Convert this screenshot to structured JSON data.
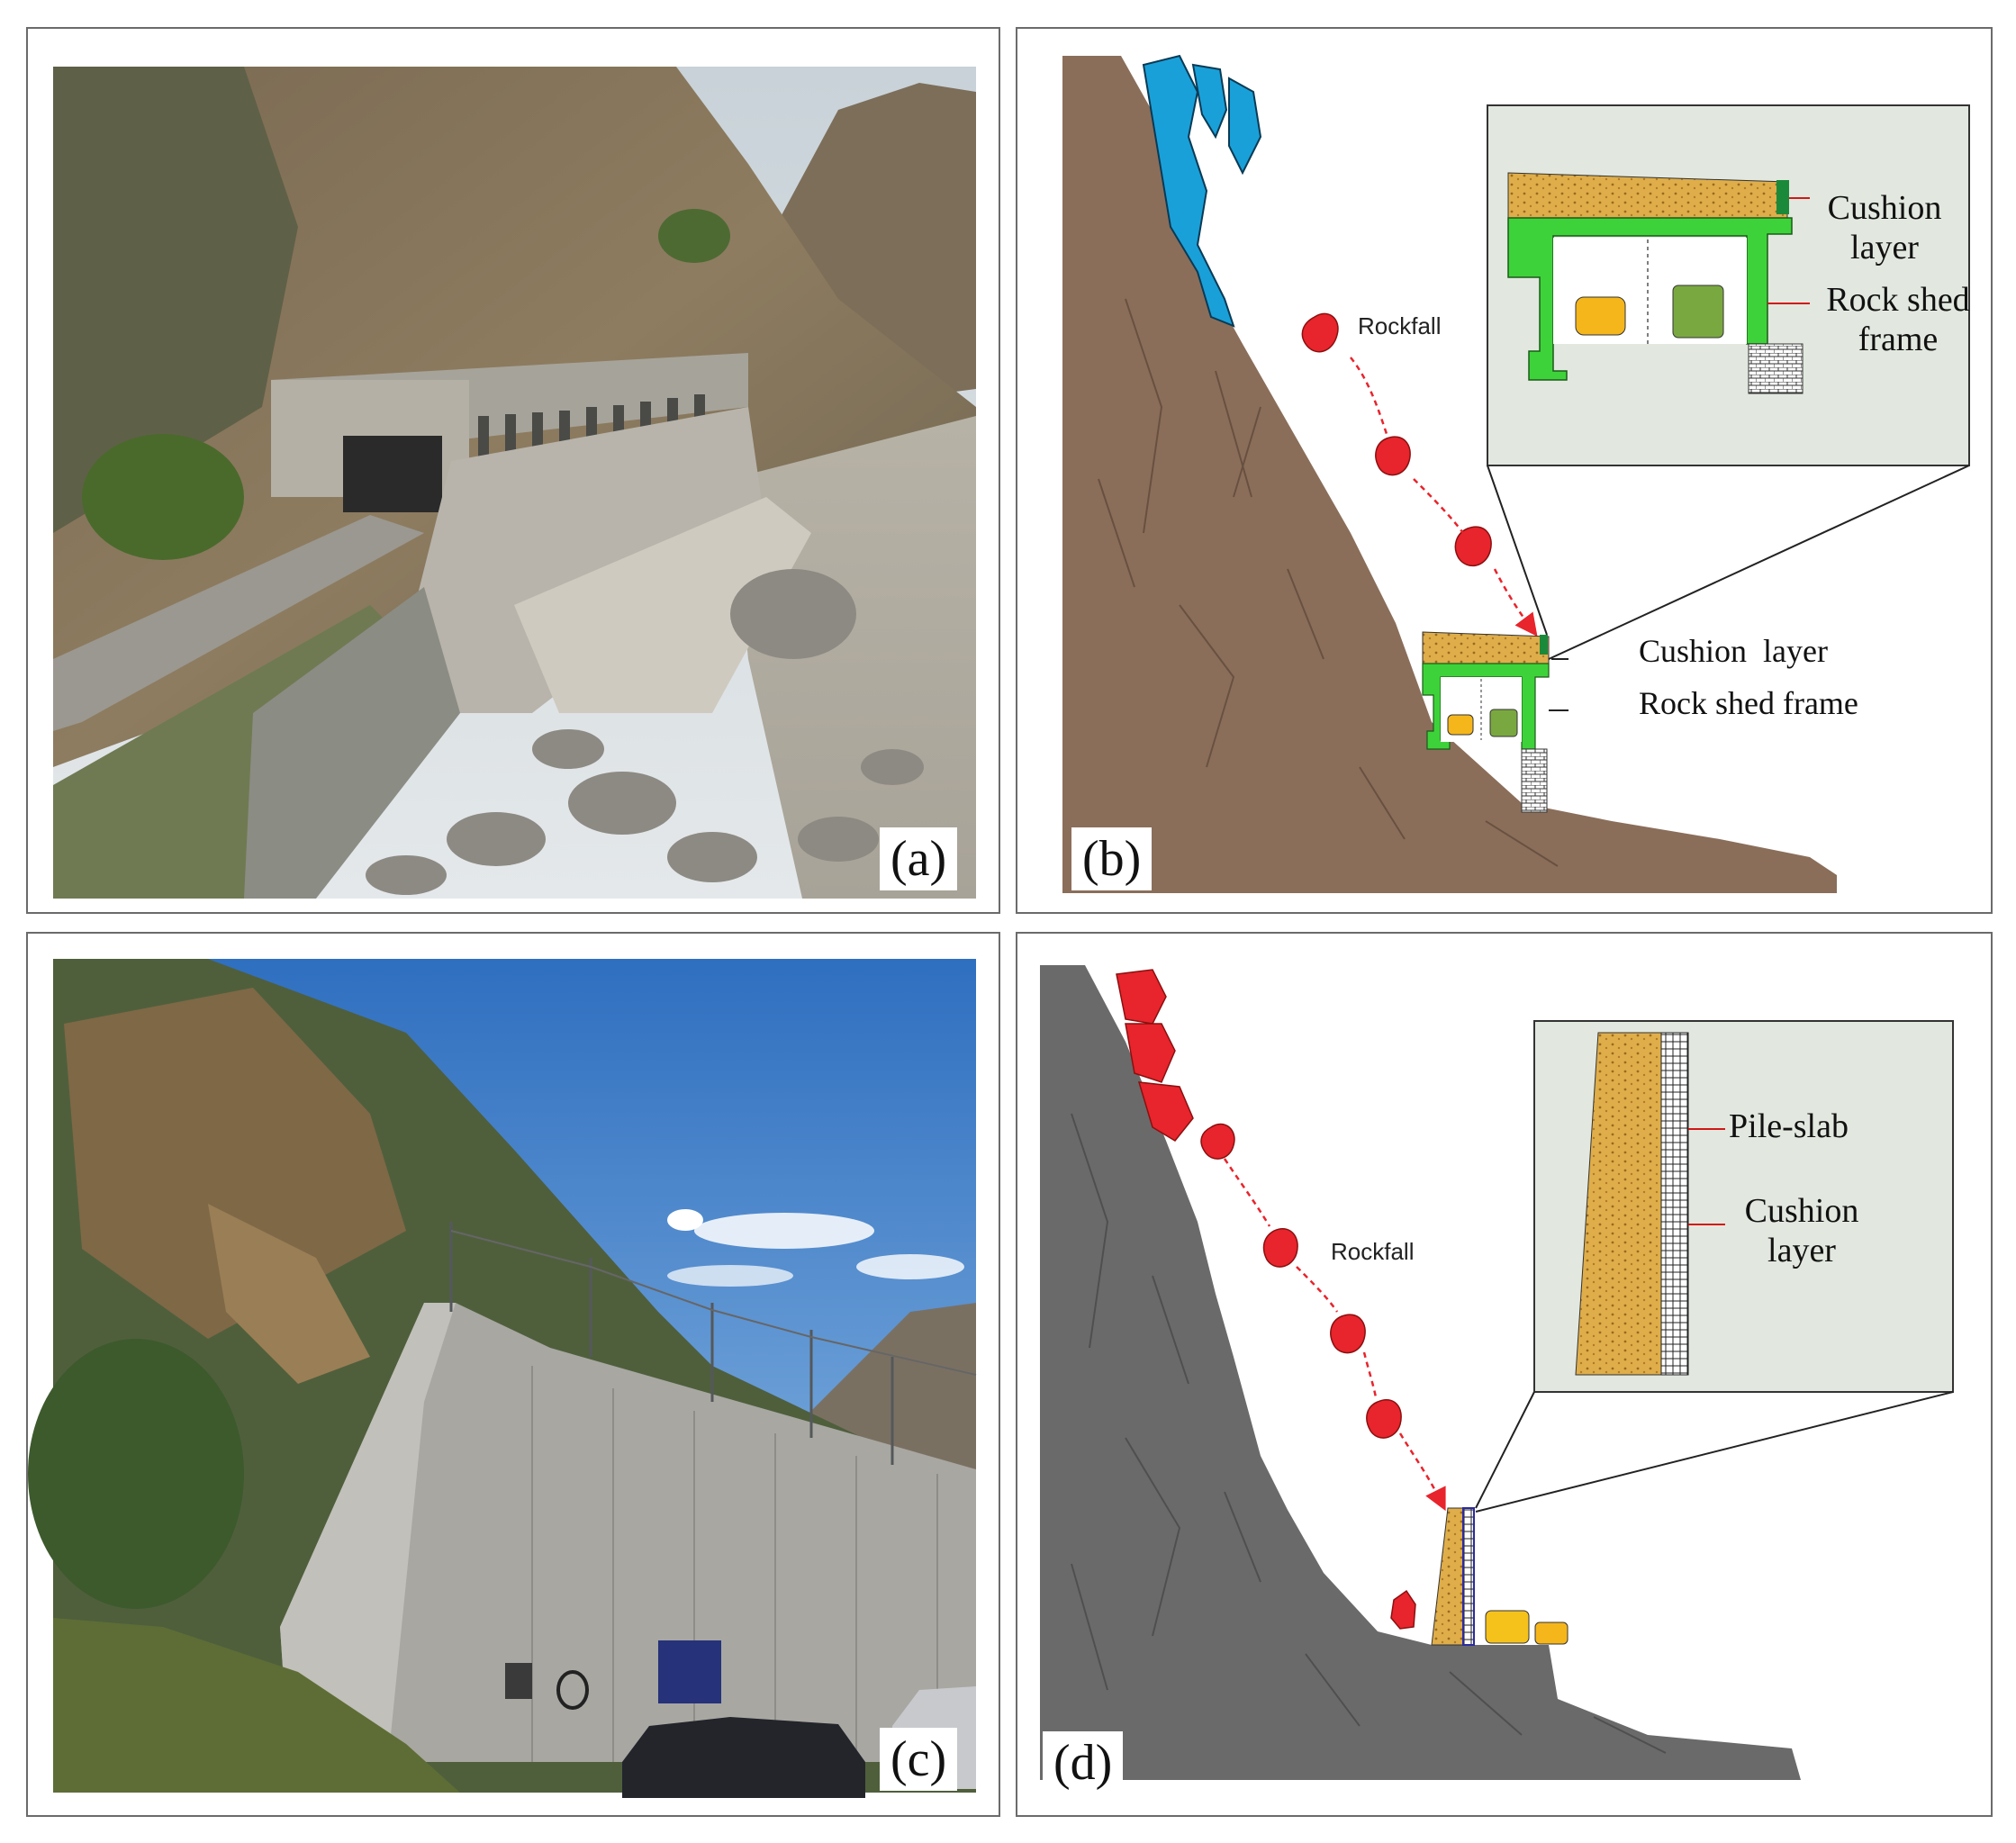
{
  "panels": {
    "a": {
      "letter": "(a)"
    },
    "b": {
      "letter": "(b)",
      "rockfall_label": "Rockfall",
      "main_labels": {
        "cushion": "Cushion  layer",
        "frame": "Rock shed frame"
      },
      "inset_labels": {
        "cushion_line1": "Cushion",
        "cushion_line2": "layer",
        "frame_line1": "Rock shed",
        "frame_line2": "frame"
      }
    },
    "c": {
      "letter": "(c)"
    },
    "d": {
      "letter": "(d)",
      "rockfall_label": "Rockfall",
      "inset_labels": {
        "pile": "Pile-slab",
        "cushion_line1": "Cushion",
        "cushion_line2": "layer"
      }
    }
  },
  "colors": {
    "rockfall": "#e8242c",
    "blue_rock": "#1aa0d8",
    "shed_frame": "#3ed23a",
    "cushion": "#e0b040",
    "cliff_brown": "#8a6a55",
    "cliff_grey": "#6a6a6a",
    "inset_bg": "#e2e8df"
  }
}
